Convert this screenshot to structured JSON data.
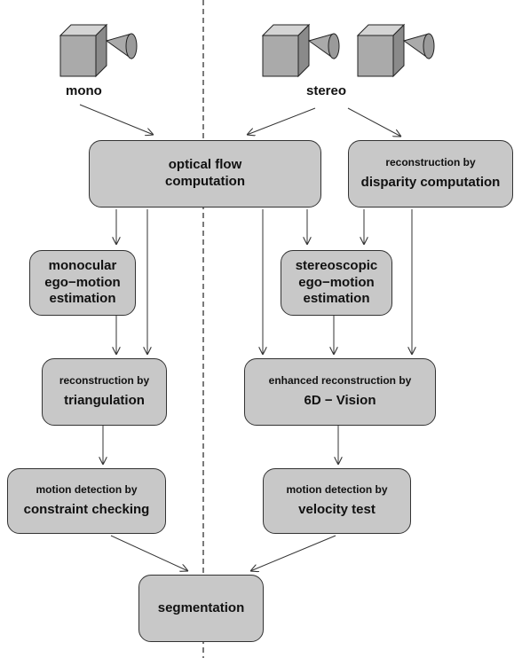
{
  "labels": {
    "mono": "mono",
    "stereo": "stereo"
  },
  "nodes": {
    "optical_flow": {
      "line1": "optical flow",
      "line2": "computation"
    },
    "disparity": {
      "small": "reconstruction by",
      "big": "disparity computation"
    },
    "mono_ego": {
      "line1": "monocular",
      "line2": "ego−motion",
      "line3": "estimation"
    },
    "stereo_ego": {
      "line1": "stereoscopic",
      "line2": "ego−motion",
      "line3": "estimation"
    },
    "triangulation": {
      "small": "reconstruction by",
      "big": "triangulation"
    },
    "six_d": {
      "small": "enhanced reconstruction by",
      "big": "6D − Vision"
    },
    "constraint": {
      "small": "motion detection by",
      "big": "constraint checking"
    },
    "velocity": {
      "small": "motion detection by",
      "big": "velocity test"
    },
    "segmentation": {
      "big": "segmentation"
    }
  },
  "colors": {
    "box_fill": "#c8c8c8",
    "camera_front": "#aaaaaa",
    "camera_top": "#d4d4d4",
    "camera_side": "#8a8a8a",
    "line": "#333333"
  }
}
